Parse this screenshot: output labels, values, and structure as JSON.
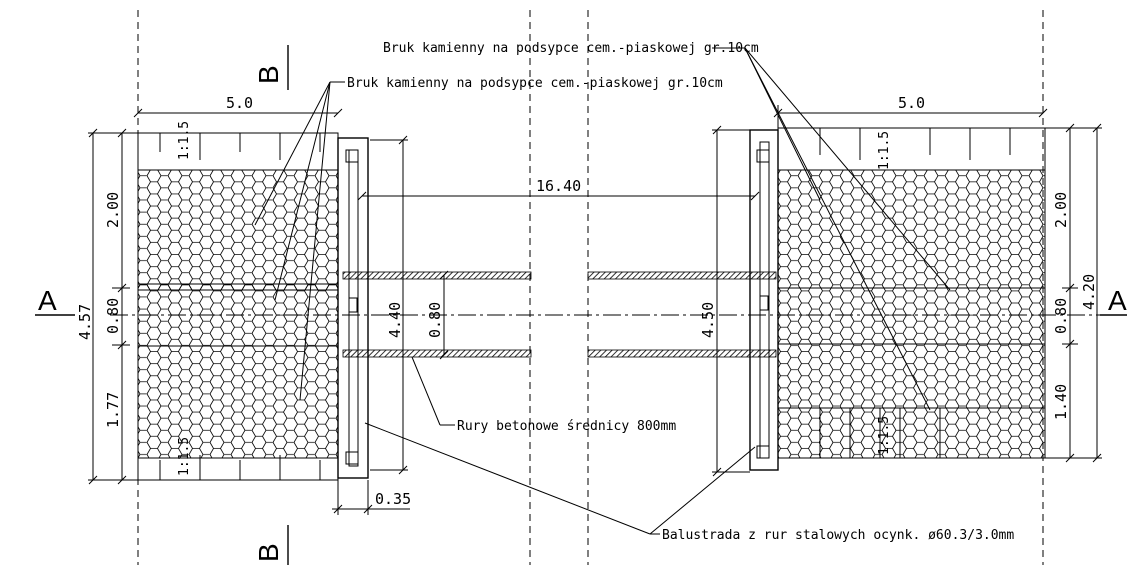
{
  "drawing": {
    "section_marks": {
      "a_left": "A",
      "a_right": "A",
      "b_top": "B",
      "b_bottom": "B"
    },
    "notes": {
      "paving_top": "Bruk kamienny na podsypce cem.-piaskowej gr.10cm",
      "paving_left": "Bruk kamienny na podsypce cem.-piaskowej gr.10cm",
      "pipes": "Rury betonowe średnicy 800mm",
      "railing": "Balustrada z rur stalowych ocynk. ø60.3/3.0mm"
    },
    "dimensions": {
      "width_left": "5.0",
      "width_right": "5.0",
      "span": "16.40",
      "slope_1": "1:1.5",
      "slope_2": "1:1.5",
      "slope_3": "1:1.5",
      "slope_4": "1:1.5",
      "left_total": "4.57",
      "left_top": "2.00",
      "left_mid": "0.80",
      "left_bottom": "1.77",
      "head_left": "4.40",
      "pipe_diameter": "0.80",
      "head_right": "4.50",
      "right_total": "4.20",
      "right_top": "2.00",
      "right_mid": "0.80",
      "right_bottom": "1.40",
      "wall_thickness": "0.35"
    }
  }
}
